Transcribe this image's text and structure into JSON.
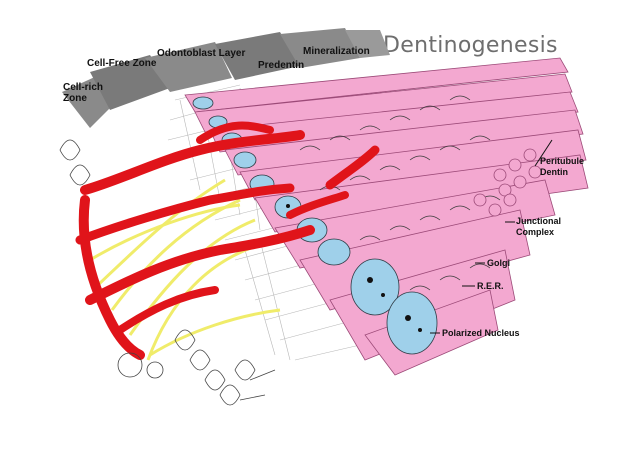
{
  "slide": {
    "title": "Dentinogenesis"
  },
  "diagram": {
    "zone_labels": {
      "cell_rich_1": "Cell-rich",
      "cell_rich_2": "Zone",
      "cell_free": "Cell-Free Zone",
      "odontoblast": "Odontoblast Layer",
      "predentin": "Predentin",
      "mineralization": "Mineralization"
    },
    "structure_labels": {
      "peritubule_1": "Peritubule",
      "peritubule_2": "Dentin",
      "junctional_1": "Junctional",
      "junctional_2": "Complex",
      "golgi": "Golgi",
      "rer": "R.E.R.",
      "nucleus": "Polarized Nucleus"
    },
    "colors": {
      "odontoblast": "#f3a8d0",
      "nucleus": "#9fd0ea",
      "capillary": "#e0141a",
      "nerve": "#f0ec6a",
      "arrow": "#7a7a7a"
    }
  }
}
